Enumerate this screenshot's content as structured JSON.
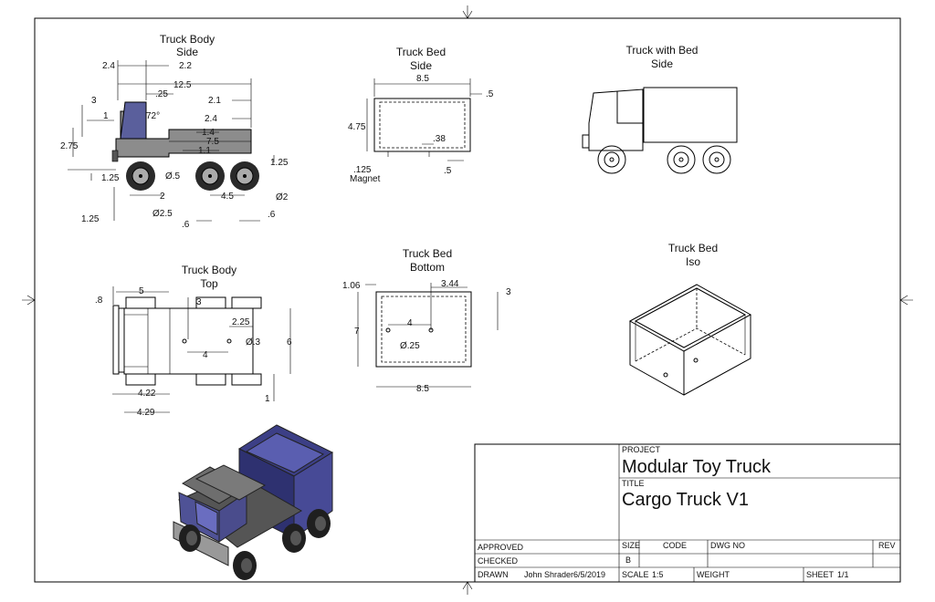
{
  "views": {
    "truck_body_side": {
      "title1": "Truck Body",
      "title2": "Side",
      "dims": [
        "2.4",
        "2.2",
        "12.5",
        ".25",
        "3",
        "1",
        "72°",
        "2.1",
        "2.4",
        "1.4",
        "7.5",
        "1.1",
        "2.75",
        "1.25",
        "Ø.5",
        "1.25",
        "2",
        "4.5",
        "Ø2",
        "Ø2.5",
        "1.25",
        ".6",
        ".6"
      ]
    },
    "truck_bed_side": {
      "title1": "Truck Bed",
      "title2": "Side",
      "dims": [
        "8.5",
        ".5",
        "4.75",
        ".38",
        ".125",
        "Magnet",
        ".5"
      ]
    },
    "truck_with_bed_side": {
      "title1": "Truck with Bed",
      "title2": "Side"
    },
    "truck_body_top": {
      "title1": "Truck Body",
      "title2": "Top",
      "dims": [
        ".8",
        "5",
        "3",
        "2.25",
        "Ø.3",
        "4",
        "6",
        "4.22",
        "4.29",
        "1"
      ]
    },
    "truck_bed_bottom": {
      "title1": "Truck Bed",
      "title2": "Bottom",
      "dims": [
        "1.06",
        "3.44",
        "3",
        "7",
        "4",
        "Ø.25",
        "8.5"
      ]
    },
    "truck_bed_iso": {
      "title1": "Truck Bed",
      "title2": "Iso"
    }
  },
  "title_block": {
    "project_label": "PROJECT",
    "project": "Modular Toy Truck",
    "title_label": "TITLE",
    "title": "Cargo Truck V1",
    "approved_label": "APPROVED",
    "checked_label": "CHECKED",
    "drawn_label": "DRAWN",
    "drawn_by": "John Shrader",
    "date": "6/5/2019",
    "size_label": "SIZE",
    "size": "B",
    "code_label": "CODE",
    "dwg_label": "DWG NO",
    "rev_label": "REV",
    "scale_label": "SCALE",
    "scale": "1:5",
    "weight_label": "WEIGHT",
    "sheet_label": "SHEET",
    "sheet": "1/1"
  },
  "colors": {
    "cab": "#5a5f9c",
    "body": "#8c8c8c",
    "bed": "#3c3f86",
    "wheel": "#2a2a2a"
  }
}
